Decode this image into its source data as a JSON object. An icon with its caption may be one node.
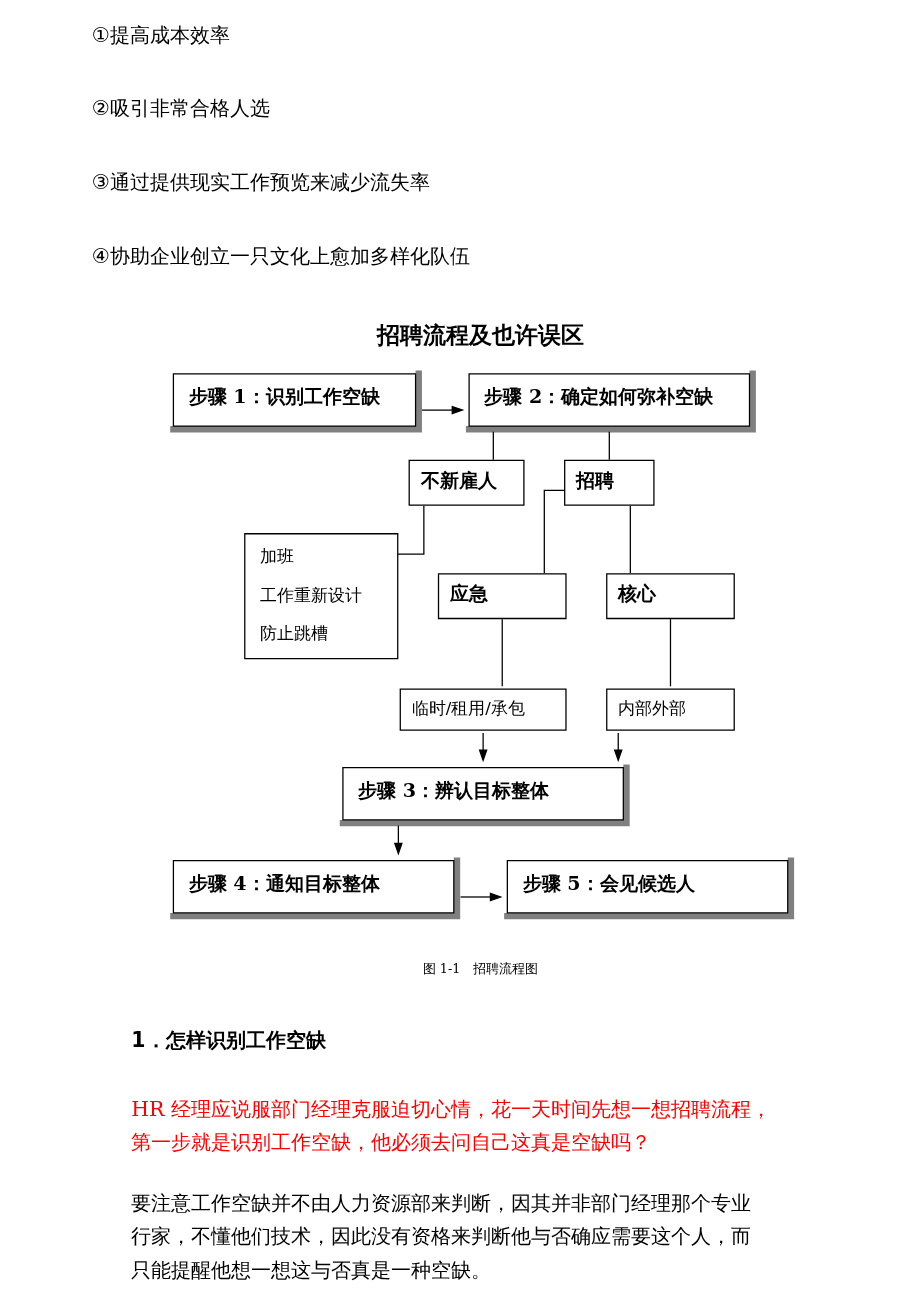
{
  "diagram": {
    "title": "招聘流程及也许误区",
    "caption": "图 1-1　招聘流程图",
    "nodes": [
      {
        "text": [
          "步骤 1：识别工作空缺"
        ]
      },
      {
        "text": [
          "步骤 2：确定如何弥补空缺"
        ]
      },
      {
        "text": [
          "招聘"
        ]
      },
      {
        "text": [
          "不新雇人"
        ]
      },
      {
        "text": [
          "应急"
        ]
      },
      {
        "text": [
          "核心"
        ]
      },
      {
        "text": [
          "加班",
          "工作重新设计",
          "防止跳槽"
        ]
      },
      {
        "text": [
          "临时/租用/承包"
        ]
      },
      {
        "text": [
          "内部外部"
        ]
      },
      {
        "text": [
          "步骤 3：辨认目标整体"
        ]
      },
      {
        "text": [
          "步骤 4：通知目标整体"
        ]
      },
      {
        "text": [
          "步骤 5：会见候选人"
        ]
      }
    ],
    "edges": [
      {
        "from": 0,
        "to": 1,
        "arrow": "to"
      },
      {
        "from": 1,
        "to": 2,
        "arrow": "none"
      },
      {
        "from": 1,
        "to": 3,
        "arrow": "none"
      },
      {
        "from": 2,
        "to": 4,
        "arrow": "none"
      },
      {
        "from": 2,
        "to": 5,
        "arrow": "none"
      },
      {
        "from": 3,
        "to": 6,
        "arrow": "none"
      },
      {
        "from": 4,
        "to": 7,
        "arrow": "none"
      },
      {
        "from": 5,
        "to": 8,
        "arrow": "none"
      },
      {
        "from": 7,
        "to": 9,
        "arrow": "to"
      },
      {
        "from": 8,
        "to": 9,
        "arrow": "to"
      },
      {
        "from": 9,
        "to": 10,
        "arrow": "to"
      },
      {
        "from": 10,
        "to": 11,
        "arrow": "to"
      }
    ],
    "labels": [
      "①提高成本效率",
      "②吸引非常合格人选",
      "③通过提供现实工作预览来减少流失率",
      "④协助企业创立一只文化上愈加多样化队伍",
      "1．怎样识别工作空缺",
      "HR 经理应说服部门经理克服迫切心情，花一天时间先想一想招聘流程，第一步就是识别工作空缺，他必须去问自己这真是空缺吗？",
      "要注意工作空缺并不由人力资源部来判断，因其并非部门经理那个专业行家，不懂他们技术，因此没有资格来判断他与否确应需要这个人，而只能提醒他想一想这与否真是一种空缺。"
    ]
  }
}
